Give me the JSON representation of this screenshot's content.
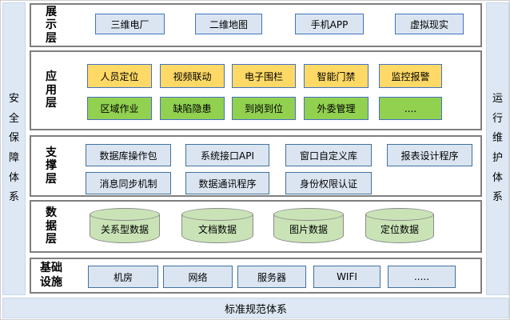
{
  "frame": {
    "left_bar": "安全保障体系",
    "right_bar": "运行维护体系",
    "bottom_bar": "标准规范体系"
  },
  "layers": {
    "display": {
      "label": "展示层",
      "items": [
        "三维电厂",
        "二维地图",
        "手机APP",
        "虚拟现实"
      ]
    },
    "application": {
      "label": "应用层",
      "row1": [
        "人员定位",
        "视频联动",
        "电子围栏",
        "智能门禁",
        "监控报警"
      ],
      "row2": [
        "区域作业",
        "缺陷隐患",
        "到岗到位",
        "外委管理",
        "...."
      ]
    },
    "support": {
      "label": "支撑层",
      "row1": [
        "数据库操作包",
        "系统接口API",
        "窗口自定义库",
        "报表设计程序"
      ],
      "row2": [
        "消息同步机制",
        "数据通讯程序",
        "身份权限认证"
      ]
    },
    "data": {
      "label": "数据层",
      "items": [
        "关系型数据",
        "文档数据",
        "图片数据",
        "定位数据"
      ]
    },
    "infrastructure": {
      "label": "基础设施",
      "items": [
        "机房",
        "网络",
        "服务器",
        "WIFI",
        "....."
      ]
    }
  },
  "colors": {
    "light_blue_box": "#dbe5f1",
    "yellow_box": "#ffd966",
    "green_box": "#92d050",
    "cylinder_green": "#c9e3b6",
    "box_border_blue": "#4472c4",
    "layer_border_gray": "#7f7f7f",
    "bar_background": "#dde8f4"
  }
}
